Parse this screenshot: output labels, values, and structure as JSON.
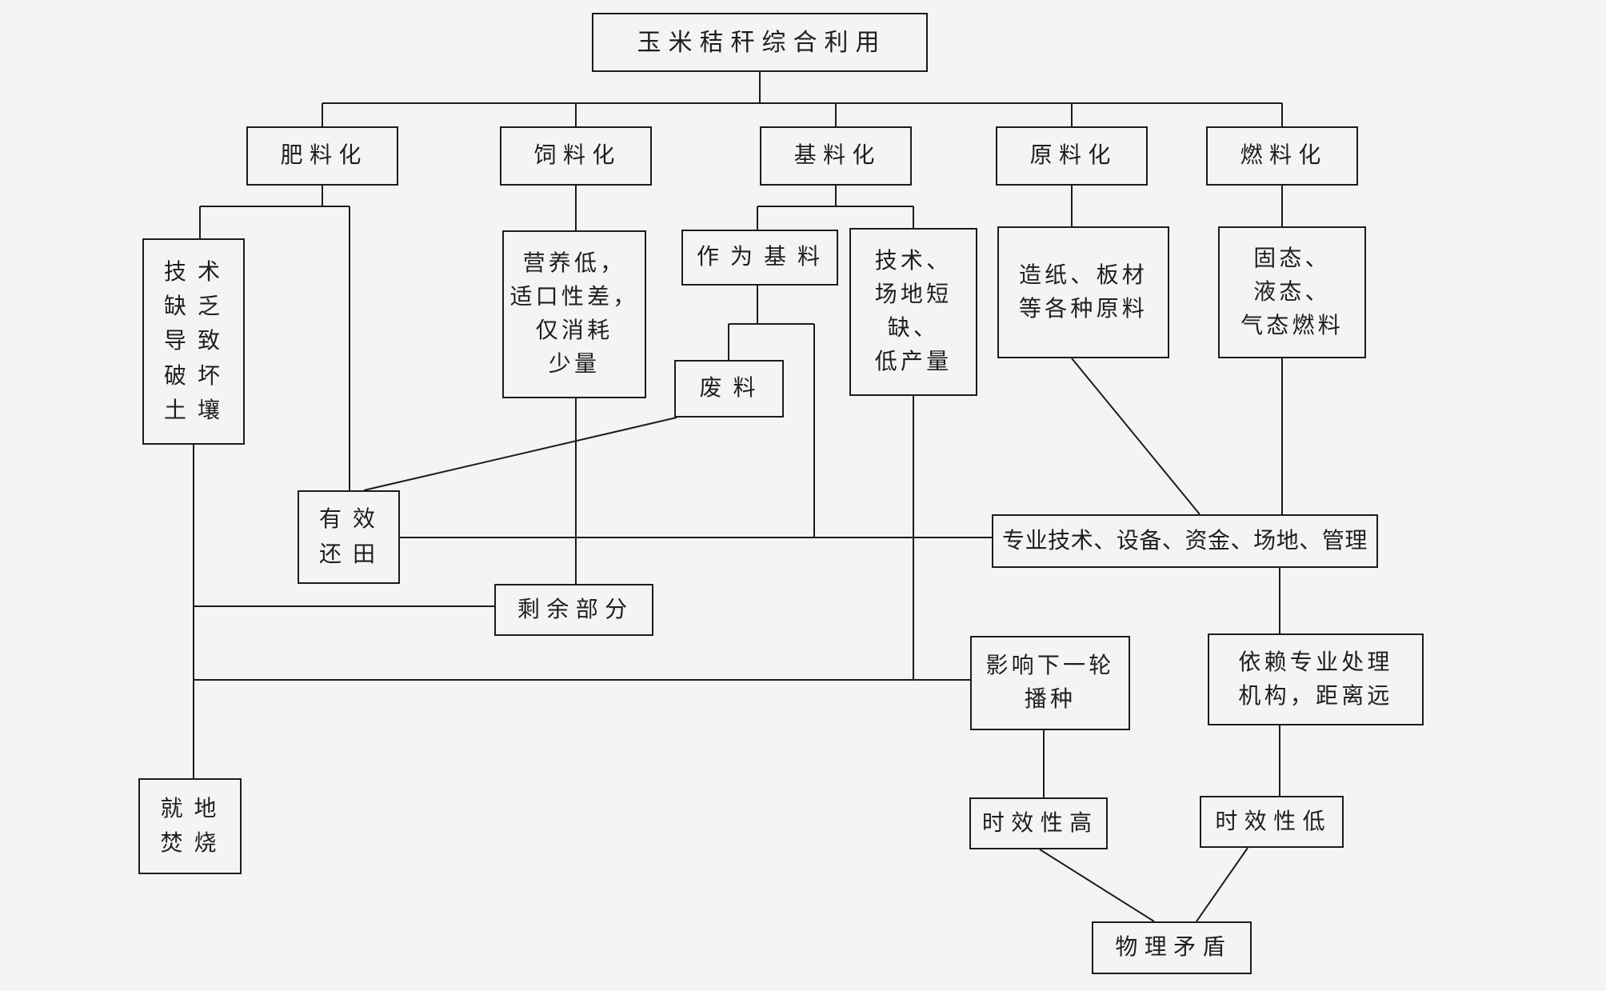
{
  "diagram": {
    "background_color": "#f4f4f4",
    "line_color": "#1c1c1c",
    "nodes": {
      "root": {
        "label": "玉米秸秆综合利用"
      },
      "fertilizer": {
        "label": "肥料化"
      },
      "feed": {
        "label": "饲料化"
      },
      "substrate": {
        "label": "基料化"
      },
      "raw_material": {
        "label": "原料化"
      },
      "fuel": {
        "label": "燃料化"
      },
      "soil_damage": {
        "label": "技术\n缺乏\n导致\n破坏\n土壤"
      },
      "low_nutrition": {
        "label": "营养低，\n适口性差，\n仅消耗\n少量"
      },
      "as_substrate": {
        "label": "作为基料"
      },
      "tech_site_shortage": {
        "label": "技术、\n场地短缺、\n低产量"
      },
      "waste": {
        "label": "废料"
      },
      "paper_board": {
        "label": "造纸、板材\n等各种原料"
      },
      "fuel_forms": {
        "label": "固态、\n液态、\n气态燃料"
      },
      "effective_return": {
        "label": "有效\n还田"
      },
      "professional_support": {
        "label": "专业技术、设备、资金、场地、管理"
      },
      "remaining_part": {
        "label": "剩余部分"
      },
      "affect_next_sowing": {
        "label": "影响下一轮\n播种"
      },
      "rely_professional": {
        "label": "依赖专业处理\n机构，距离远"
      },
      "onsite_burning": {
        "label": "就地\n焚烧"
      },
      "high_timeliness": {
        "label": "时效性高"
      },
      "low_timeliness": {
        "label": "时效性低"
      },
      "physical_contradiction": {
        "label": "物理矛盾"
      }
    },
    "edges": [
      {
        "from": "root",
        "to": "fertilizer"
      },
      {
        "from": "root",
        "to": "feed"
      },
      {
        "from": "root",
        "to": "substrate"
      },
      {
        "from": "root",
        "to": "raw_material"
      },
      {
        "from": "root",
        "to": "fuel"
      },
      {
        "from": "fertilizer",
        "to": "soil_damage"
      },
      {
        "from": "fertilizer",
        "to": "effective_return"
      },
      {
        "from": "feed",
        "to": "low_nutrition"
      },
      {
        "from": "low_nutrition",
        "to": "remaining_part"
      },
      {
        "from": "substrate",
        "to": "as_substrate"
      },
      {
        "from": "substrate",
        "to": "tech_site_shortage"
      },
      {
        "from": "as_substrate",
        "to": "waste"
      },
      {
        "from": "as_substrate",
        "to": "professional_support"
      },
      {
        "from": "waste",
        "to": "effective_return"
      },
      {
        "from": "tech_site_shortage",
        "to": "affect_next_sowing"
      },
      {
        "from": "soil_damage",
        "to": "remaining_part"
      },
      {
        "from": "soil_damage",
        "to": "affect_next_sowing"
      },
      {
        "from": "soil_damage",
        "to": "onsite_burning"
      },
      {
        "from": "raw_material",
        "to": "paper_board"
      },
      {
        "from": "paper_board",
        "to": "professional_support"
      },
      {
        "from": "fuel",
        "to": "fuel_forms"
      },
      {
        "from": "fuel_forms",
        "to": "professional_support"
      },
      {
        "from": "effective_return",
        "to": "professional_support"
      },
      {
        "from": "professional_support",
        "to": "rely_professional"
      },
      {
        "from": "rely_professional",
        "to": "low_timeliness"
      },
      {
        "from": "affect_next_sowing",
        "to": "high_timeliness"
      },
      {
        "from": "high_timeliness",
        "to": "physical_contradiction"
      },
      {
        "from": "low_timeliness",
        "to": "physical_contradiction"
      }
    ]
  }
}
